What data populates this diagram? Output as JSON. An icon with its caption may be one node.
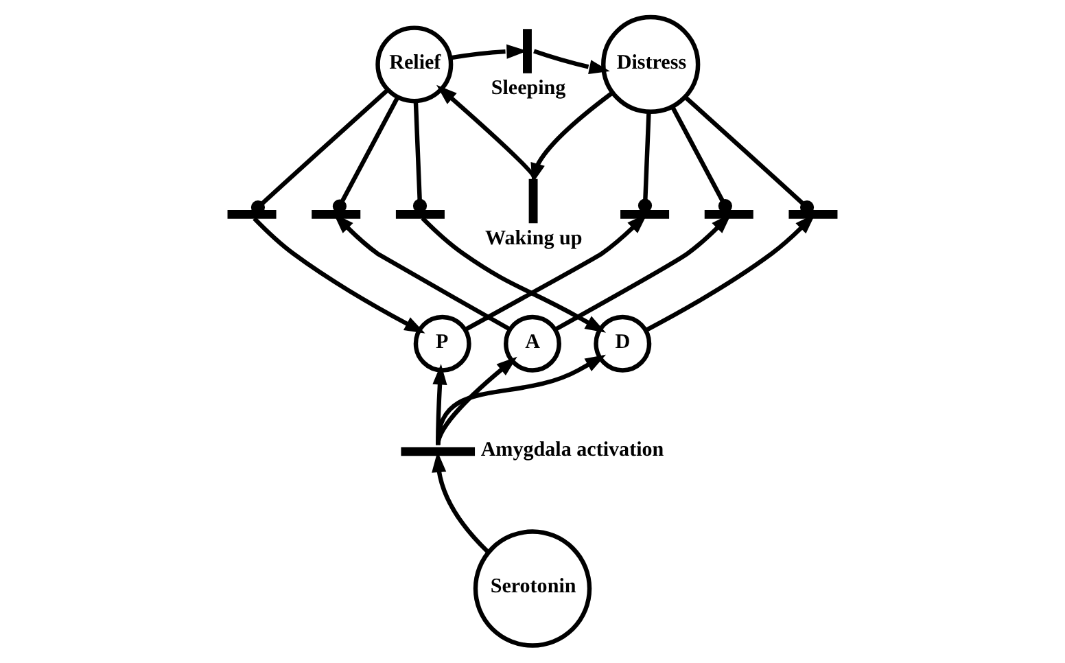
{
  "diagram": {
    "nodes": [
      {
        "text": [
          "Relief"
        ]
      },
      {
        "text": [
          "Sleeping"
        ]
      },
      {
        "text": [
          "Distress"
        ]
      },
      {
        "text": [
          "Waking up"
        ]
      },
      {
        "text": [],
        "shape": "bar"
      },
      {
        "text": [],
        "shape": "bar"
      },
      {
        "text": [],
        "shape": "bar"
      },
      {
        "text": [],
        "shape": "bar"
      },
      {
        "text": [],
        "shape": "bar"
      },
      {
        "text": [],
        "shape": "bar"
      },
      {
        "text": [
          "P"
        ]
      },
      {
        "text": [
          "A"
        ]
      },
      {
        "text": [
          "D"
        ]
      },
      {
        "text": [
          "Amygdala activation"
        ]
      },
      {
        "text": [
          "Serotonin"
        ]
      }
    ],
    "edges": [
      {
        "from": 0,
        "to": 1,
        "arrow": "to"
      },
      {
        "from": 1,
        "to": 2,
        "arrow": "to"
      },
      {
        "from": 2,
        "to": 3,
        "arrow": "to"
      },
      {
        "from": 3,
        "to": 0,
        "arrow": "to"
      },
      {
        "from": 0,
        "to": 4,
        "arrow": "other"
      },
      {
        "from": 0,
        "to": 5,
        "arrow": "other"
      },
      {
        "from": 0,
        "to": 6,
        "arrow": "other"
      },
      {
        "from": 2,
        "to": 7,
        "arrow": "other"
      },
      {
        "from": 2,
        "to": 8,
        "arrow": "other"
      },
      {
        "from": 2,
        "to": 9,
        "arrow": "other"
      },
      {
        "from": 4,
        "to": 10,
        "arrow": "to"
      },
      {
        "from": 11,
        "to": 5,
        "arrow": "to"
      },
      {
        "from": 6,
        "to": 12,
        "arrow": "to"
      },
      {
        "from": 10,
        "to": 7,
        "arrow": "to"
      },
      {
        "from": 11,
        "to": 8,
        "arrow": "to"
      },
      {
        "from": 12,
        "to": 9,
        "arrow": "to"
      },
      {
        "from": 13,
        "to": 10,
        "arrow": "to"
      },
      {
        "from": 13,
        "to": 11,
        "arrow": "to"
      },
      {
        "from": 13,
        "to": 12,
        "arrow": "to"
      },
      {
        "from": 14,
        "to": 13,
        "arrow": "to"
      }
    ]
  }
}
